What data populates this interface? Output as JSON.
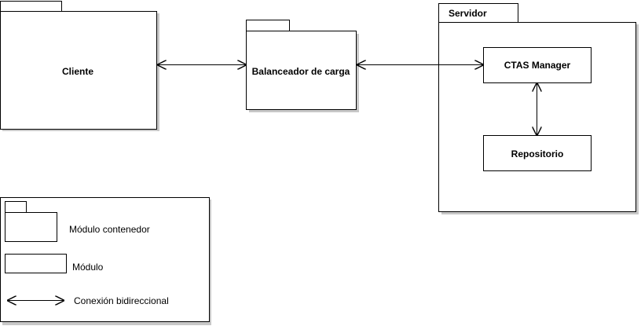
{
  "nodes": {
    "cliente": {
      "label": "Cliente",
      "kind": "module-container"
    },
    "balanceador": {
      "label": "Balanceador de carga",
      "kind": "module-container"
    },
    "servidor": {
      "label": "Servidor",
      "kind": "module-container"
    },
    "ctas_manager": {
      "label": "CTAS Manager",
      "kind": "module"
    },
    "repositorio": {
      "label": "Repositorio",
      "kind": "module"
    }
  },
  "connections": [
    {
      "from": "Cliente",
      "to": "Balanceador de carga",
      "type": "bidirectional"
    },
    {
      "from": "Balanceador de carga",
      "to": "CTAS Manager",
      "type": "bidirectional"
    },
    {
      "from": "CTAS Manager",
      "to": "Repositorio",
      "type": "bidirectional"
    }
  ],
  "legend": {
    "items": [
      {
        "symbol": "module-container",
        "label": "Módulo contenedor"
      },
      {
        "symbol": "module",
        "label": "Módulo"
      },
      {
        "symbol": "bidirectional-arrow",
        "label": "Conexión bidireccional"
      }
    ]
  },
  "colors": {
    "stroke": "#000000",
    "fill": "#ffffff",
    "shadow": "#c8c8c8"
  }
}
